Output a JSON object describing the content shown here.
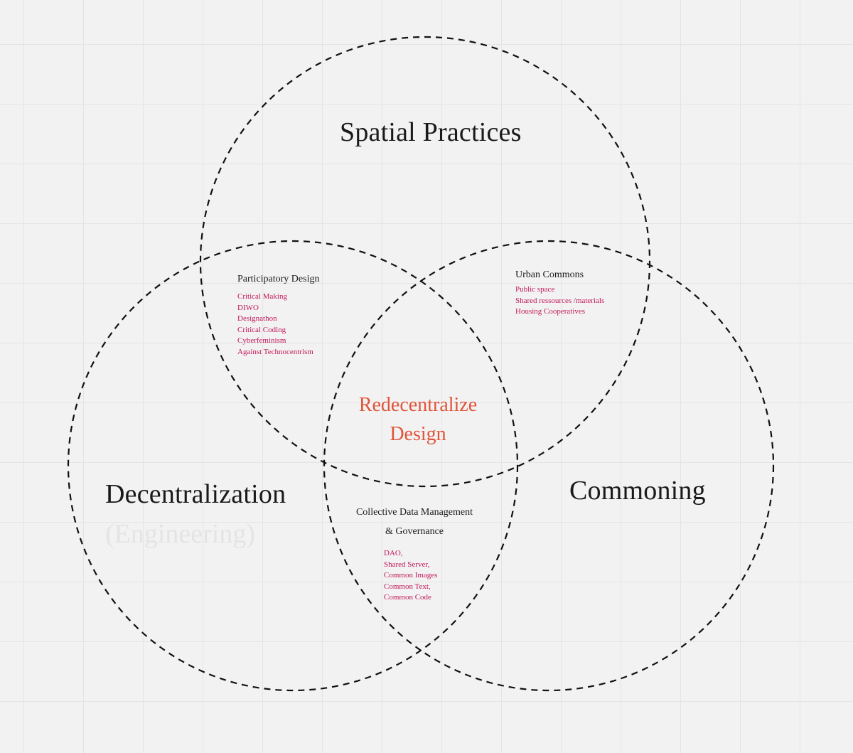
{
  "sets": {
    "top": "Spatial Practices",
    "left": "Decentralization",
    "left_faded": "(Engineering)",
    "right": "Commoning"
  },
  "center": {
    "line1": "Redecentralize",
    "line2": "Design"
  },
  "zones": {
    "participatory": {
      "title": "Participatory Design",
      "items": [
        "Critical Making",
        "DIWO",
        "Designathon",
        "Critical Coding",
        "Cyberfeminism",
        "Against Technocentrism"
      ]
    },
    "urban": {
      "title": "Urban Commons",
      "items": [
        "Public space",
        "Shared ressources /materials",
        "Housing Cooperatives"
      ]
    },
    "data": {
      "title_line1": "Collective Data Management",
      "title_line2": "& Governance",
      "items": [
        "DAO,",
        "Shared Server,",
        "Common Images",
        "Common Text,",
        "Common Code"
      ]
    }
  },
  "colors": {
    "background": "#f2f2f2",
    "grid": "#e4e4e4",
    "outline": "#111111",
    "center_text": "#e0553a",
    "item_text": "#c2185b"
  }
}
